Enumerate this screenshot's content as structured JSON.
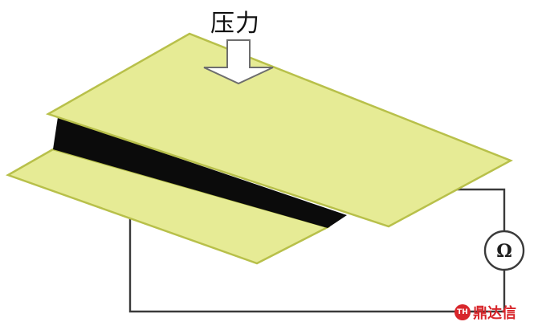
{
  "diagram": {
    "force_label": "压力",
    "meter_symbol": "Ω",
    "colors": {
      "plate_fill": "#e6eb95",
      "plate_edge": "#b8c04a",
      "sensing_layer": "#0b0b0b",
      "wire": "#3a3a3a",
      "arrow_fill": "#ffffff",
      "arrow_stroke": "#6e6e6e"
    }
  },
  "watermark": {
    "logo_text": "TH",
    "text": "鼎达信"
  }
}
